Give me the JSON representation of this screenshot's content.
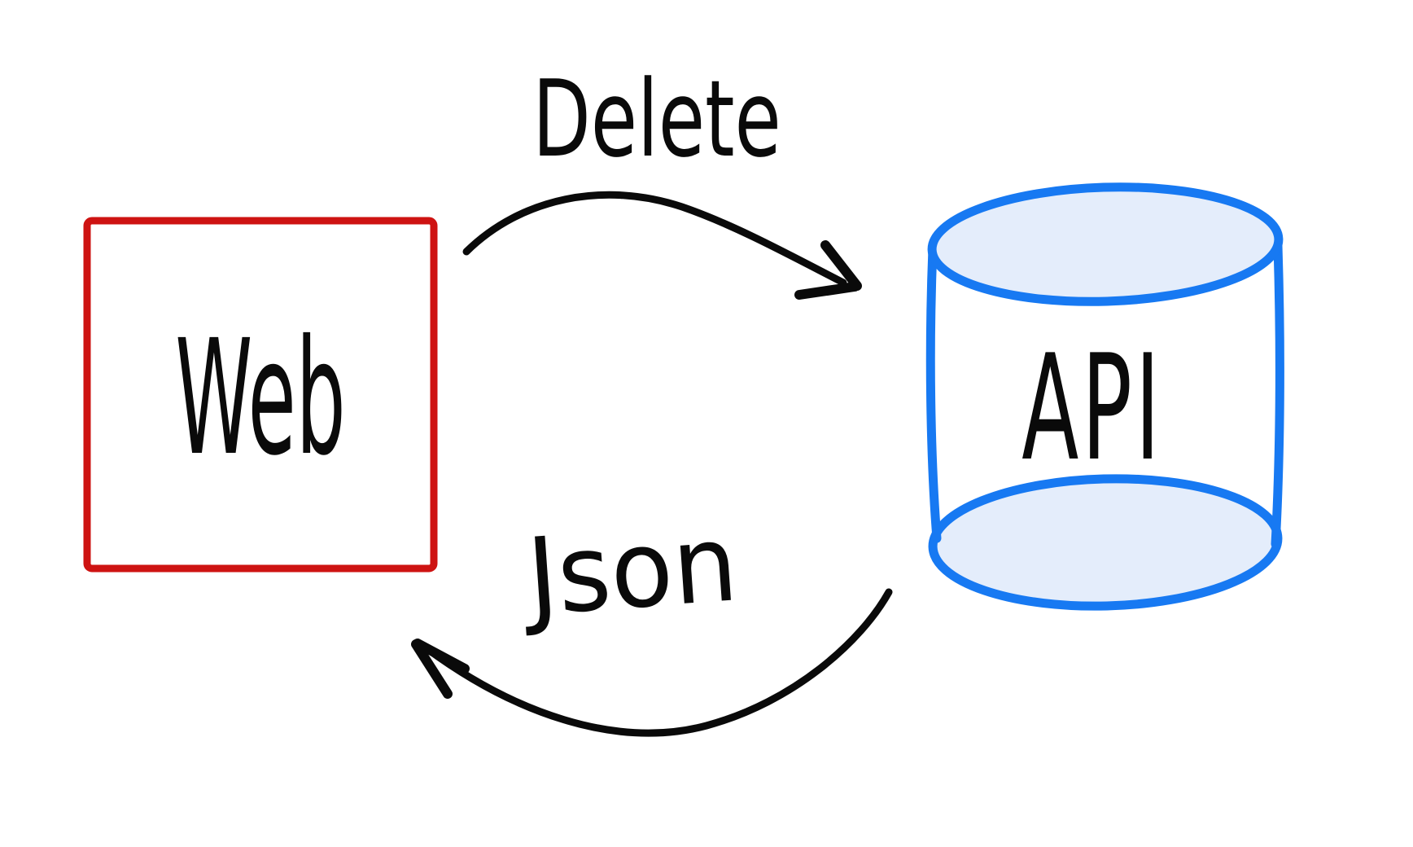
{
  "diagram": {
    "description": "Hand-drawn sketch of a web client and an API exchanging a request and a response",
    "nodes": {
      "web": {
        "label": "Web",
        "shape": "rectangle",
        "border_color": "#ce1312"
      },
      "api": {
        "label": "API",
        "shape": "cylinder",
        "border_color": "#1779f2",
        "fill_color": "#e4edfb"
      }
    },
    "edges": {
      "request": {
        "label": "Delete",
        "from": "Web",
        "to": "API",
        "direction": "left-to-right",
        "position": "top"
      },
      "response": {
        "label": "Json",
        "from": "API",
        "to": "Web",
        "direction": "right-to-left",
        "position": "bottom"
      }
    },
    "colors": {
      "background": "#ffffff",
      "ink": "#0a0a0a",
      "web_border": "#ce1312",
      "api_border": "#1779f2",
      "api_fill": "#e4edfb"
    }
  }
}
